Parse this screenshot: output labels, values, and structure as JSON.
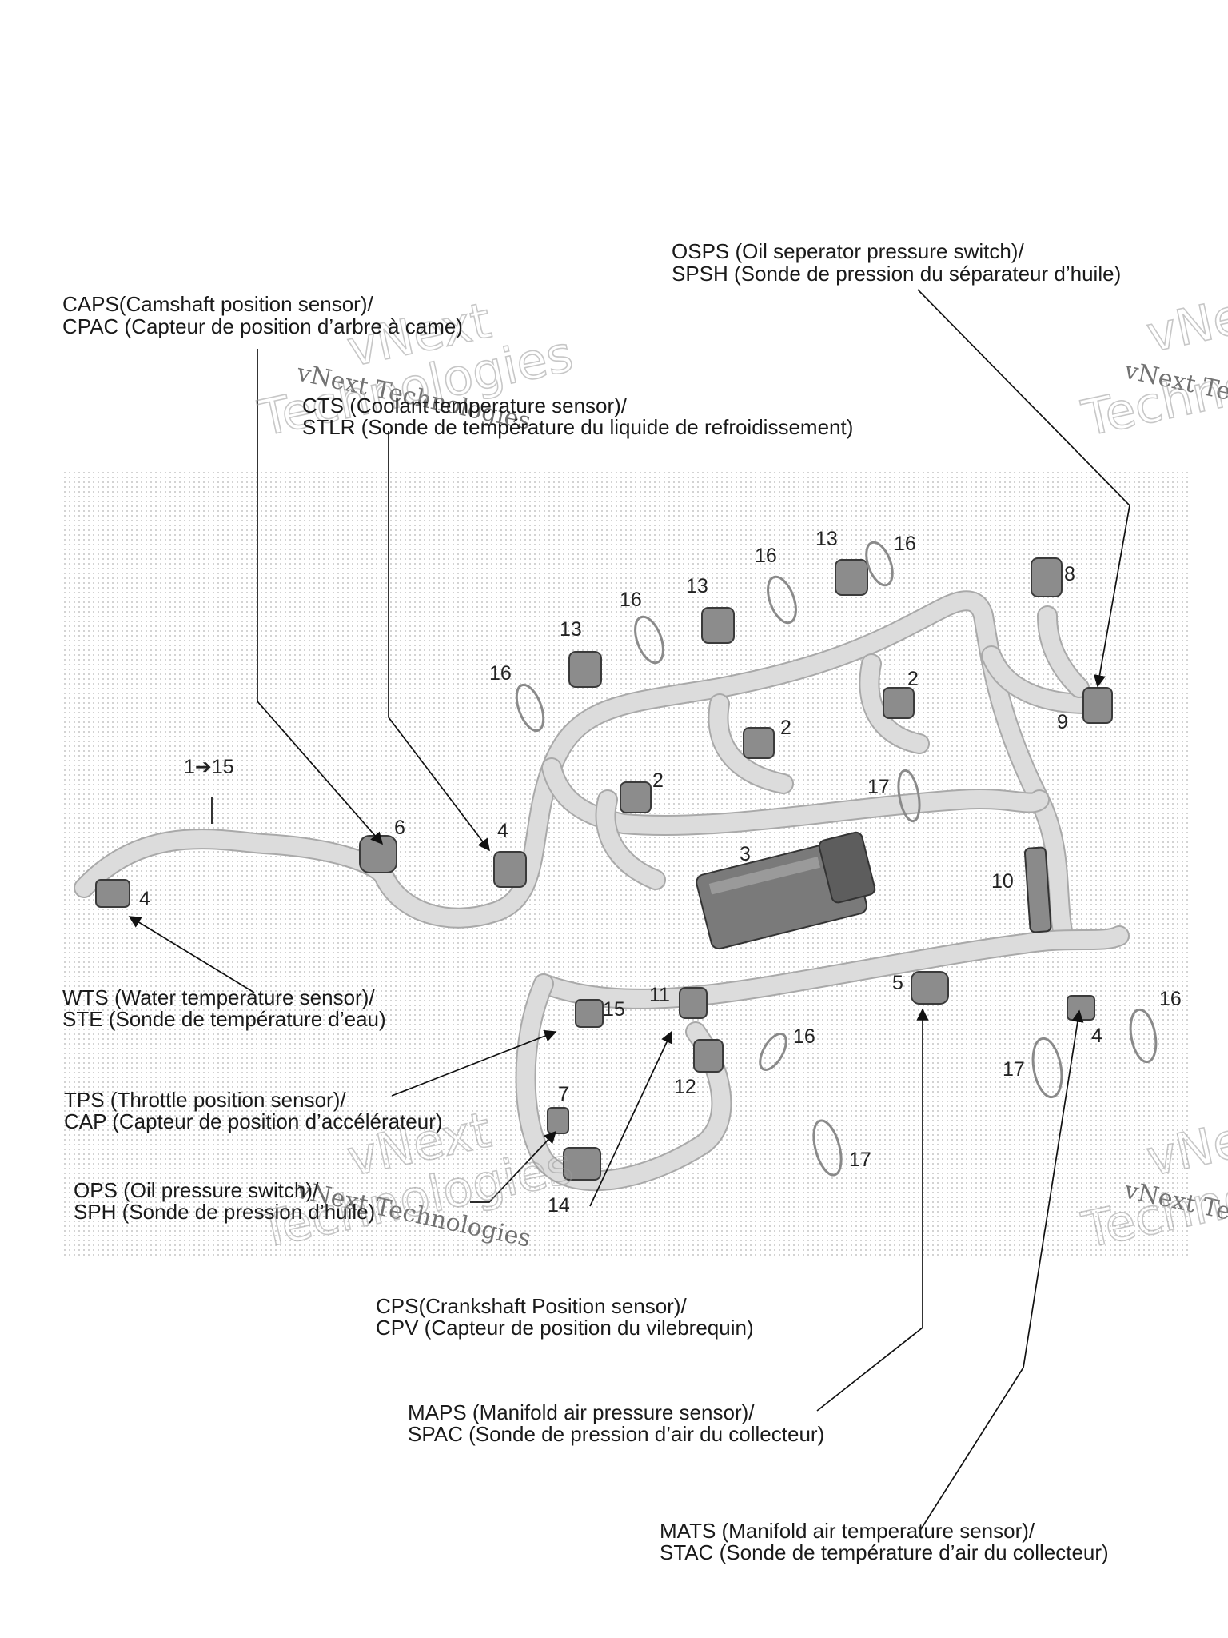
{
  "labels": {
    "osps": [
      "OSPS (Oil seperator pressure switch)/",
      "SPSH (Sonde de pression du séparateur d’huile)"
    ],
    "caps": [
      "CAPS(Camshaft position sensor)/",
      "CPAC (Capteur de position d’arbre à came)"
    ],
    "cts": [
      "CTS (Coolant temperature sensor)/",
      "STLR (Sonde de température du liquide de refroidissement)"
    ],
    "wts": [
      "WTS (Water temperature sensor)/",
      "STE (Sonde de température d’eau)"
    ],
    "tps": [
      "TPS (Throttle position sensor)/",
      "CAP (Capteur de position d’accélérateur)"
    ],
    "ops": [
      "OPS (Oil pressure switch)/",
      "SPH (Sonde de pression d’huile)"
    ],
    "cps": [
      "CPS(Crankshaft Position sensor)/",
      "CPV (Capteur de position du vilebrequin)"
    ],
    "maps": [
      "MAPS (Manifold air pressure sensor)/",
      "SPAC (Sonde de pression d’air du collecteur)"
    ],
    "mats": [
      "MATS (Manifold air temperature sensor)/",
      "STAC (Sonde de température d’air du collecteur)"
    ]
  },
  "callouts": {
    "range": "1➔15",
    "n2a": "2",
    "n2b": "2",
    "n2c": "2",
    "n3": "3",
    "n4a": "4",
    "n4b": "4",
    "n4c": "4",
    "n5": "5",
    "n6": "6",
    "n7": "7",
    "n8": "8",
    "n9": "9",
    "n10": "10",
    "n11": "11",
    "n12": "12",
    "n13a": "13",
    "n13b": "13",
    "n13c": "13",
    "n14": "14",
    "n15": "15",
    "n16a": "16",
    "n16b": "16",
    "n16c": "16",
    "n16d": "16",
    "n16e": "16",
    "n16f": "16",
    "n17a": "17",
    "n17b": "17",
    "n17c": "17"
  },
  "watermark": {
    "line1": "vNext Technologies",
    "line2": "vNext",
    "line3": "Technologies"
  }
}
